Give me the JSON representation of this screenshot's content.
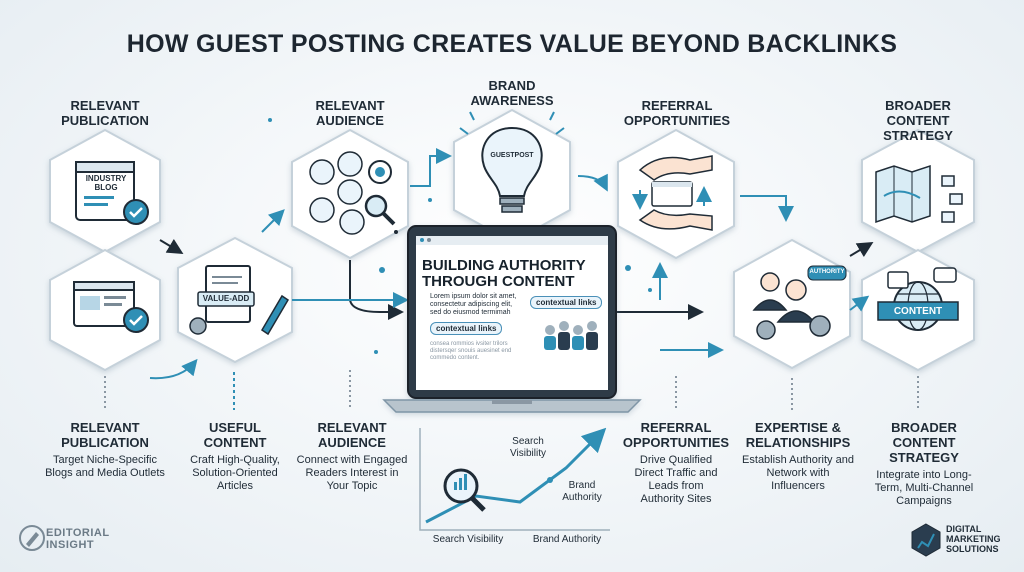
{
  "title": "HOW GUEST POSTING CREATES VALUE BEYOND BACKLINKS",
  "hex_headers": {
    "relevant_publication": "RELEVANT PUBLICATION",
    "relevant_audience": "RELEVANT AUDIENCE",
    "brand_awareness": "BRAND AWARENESS",
    "referral_opportunities": "REFERRAL OPPORTUNITIES",
    "broader_content_strategy": "BROADER CONTENT STRATEGY"
  },
  "icon_texts": {
    "industry_blog": "INDUSTRY BLOG",
    "value_add": "VALUE-ADD",
    "guestpost": "GUESTPOST",
    "authority": "AUTHORITY",
    "content": "CONTENT"
  },
  "laptop": {
    "headline": "BUILDING AUTHORITY THROUGH CONTENT",
    "lorem": "Lorem ipsum dolor sit amet, consectetur adipiscing elit, sed do eiusmod termimah",
    "lorem2": "consea rommios ivsiter trilors distersqer snouis auesinet end commedo content.",
    "pill_1": "contextual links",
    "pill_2": "contextual links"
  },
  "chart": {
    "label_search_top": "Search Visibility",
    "label_brand_mid": "Brand Authority",
    "label_search_bottom": "Search Visibility",
    "label_brand_bottom": "Brand Authority"
  },
  "columns": [
    {
      "label": "RELEVANT PUBLICATION",
      "desc": "Target Niche-Specific Blogs and Media Outlets"
    },
    {
      "label": "USEFUL CONTENT",
      "desc": "Craft High-Quality, Solution-Oriented Articles"
    },
    {
      "label": "RELEVANT AUDIENCE",
      "desc": "Connect with Engaged Readers Interest in Your Topic"
    },
    {
      "label": "REFERRAL OPPORTUNITIES",
      "desc": "Drive Qualified Direct Traffic and Leads from Authority Sites"
    },
    {
      "label": "EXPERTISE & RELATIONSHIPS",
      "desc": "Establish Authority and Network with Influencers"
    },
    {
      "label": "BROADER CONTENT STRATEGY",
      "desc": "Integrate into Long-Term, Multi-Channel Campaigns"
    }
  ],
  "logos": {
    "left": "EDITORIAL INSIGHT",
    "right": "DIGITAL MARKETING SOLUTIONS"
  },
  "colors": {
    "accent": "#2f8fb5",
    "dark": "#1f2b36",
    "hex_fill": "#ffffff"
  }
}
